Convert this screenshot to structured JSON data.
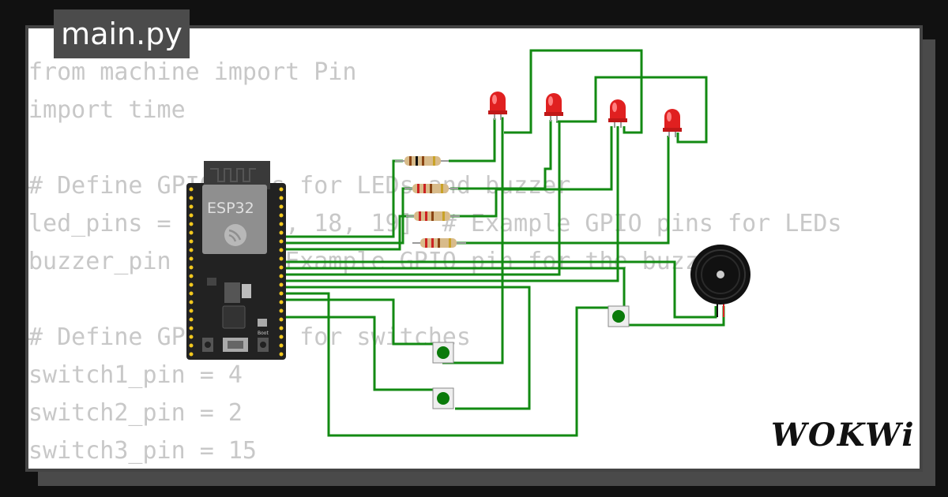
{
  "tab": {
    "title": "main.py"
  },
  "code": {
    "lines": [
      "from machine import Pin",
      "import time",
      "",
      "# Define GPIO pins for LEDs and buzzer",
      "led_pins = [16, 17, 18, 19]  # Example GPIO pins for LEDs",
      "buzzer_pin = 5  # Example GPIO pin for the buzzer",
      "",
      "# Define GPIO pins for switches",
      "switch1_pin = 4",
      "switch2_pin = 2",
      "switch3_pin = 15"
    ]
  },
  "board": {
    "label": "ESP32",
    "boot_label": "Boot"
  },
  "brand": {
    "name": "WOKWi"
  },
  "colors": {
    "background": "#111111",
    "card": "#ffffff",
    "wire": "#128a12",
    "led": "#e02020",
    "board": "#222222",
    "button": "#0a7a0a"
  },
  "icons": {
    "led": "led-icon",
    "resistor": "resistor-icon",
    "buzzer": "buzzer-icon",
    "pushbutton": "pushbutton-icon",
    "mcu": "esp32-board-icon"
  }
}
